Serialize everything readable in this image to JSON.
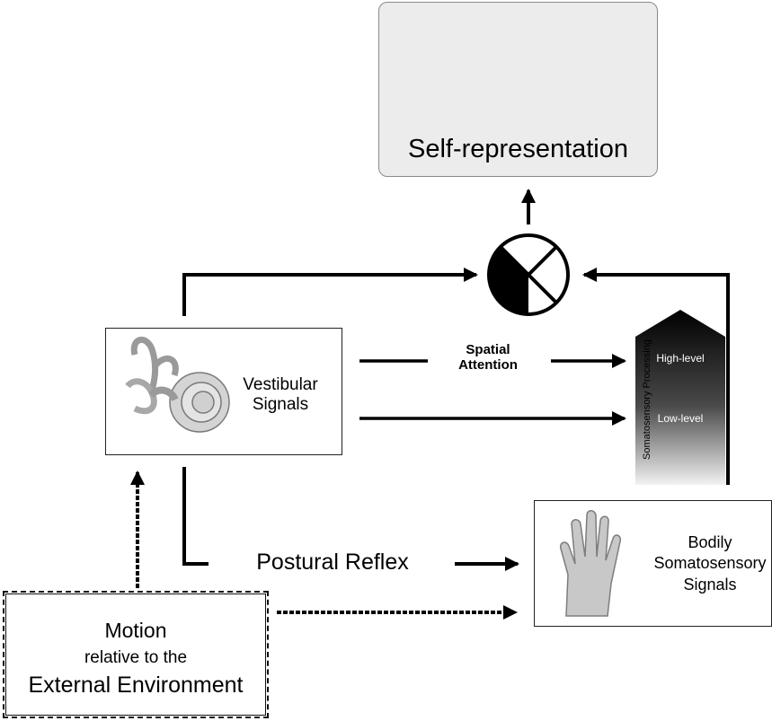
{
  "nodes": {
    "self_representation": {
      "label": "Self-representation"
    },
    "vestibular": {
      "line1": "Vestibular",
      "line2": "Signals"
    },
    "spatial_attention": {
      "line1": "Spatial",
      "line2": "Attention"
    },
    "somatosensory_processing": {
      "title": "Somatosensory Processing",
      "high": "High-level",
      "low": "Low-level"
    },
    "postural_reflex": {
      "label": "Postural Reflex"
    },
    "bodily": {
      "line1": "Bodily",
      "line2": "Somatosensory",
      "line3": "Signals"
    },
    "motion": {
      "line1": "Motion",
      "line2": "relative to the",
      "line3": "External Environment"
    }
  },
  "icons": [
    "human-figure-icon",
    "inner-ear-icon",
    "hand-icon",
    "integration-node-icon"
  ],
  "colors": {
    "line": "#000000",
    "box_fill": "#ececec",
    "gradient_top": "#000000",
    "gradient_bottom": "#f2f2f2"
  }
}
